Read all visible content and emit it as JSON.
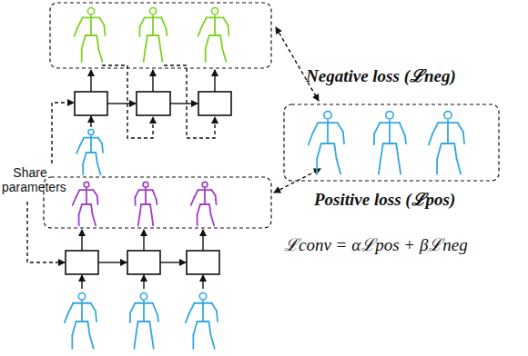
{
  "diagram": {
    "labels": [
      "Share parameters",
      "Negative loss (ℒneg)",
      "Positive loss (ℒpos)",
      "ℒconv = αℒpos + βℒneg"
    ]
  }
}
